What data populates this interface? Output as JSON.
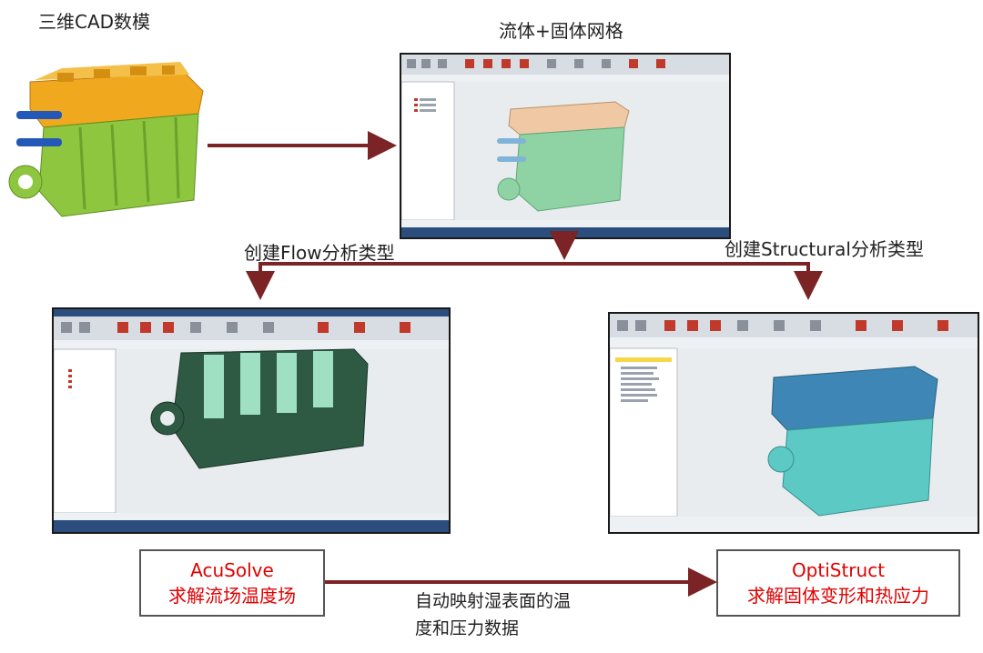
{
  "title_cad": "三维CAD数模",
  "title_mesh": "流体+固体网格",
  "label_flow": "创建Flow分析类型",
  "label_struct": "创建Structural分析类型",
  "acusolve": {
    "line1": "AcuSolve",
    "line2": "求解流场温度场"
  },
  "optistruct": {
    "line1": "OptiStruct",
    "line2": "求解固体变形和热应力"
  },
  "mapping": {
    "line1": "自动映射湿表面的温",
    "line2": "度和压力数据"
  },
  "colors": {
    "arrow": "#7b2325",
    "accent_red": "#e00000",
    "orange": "#f0a81e",
    "green": "#8ec63f",
    "teal": "#56c7c2",
    "blue": "#3a87c8"
  }
}
